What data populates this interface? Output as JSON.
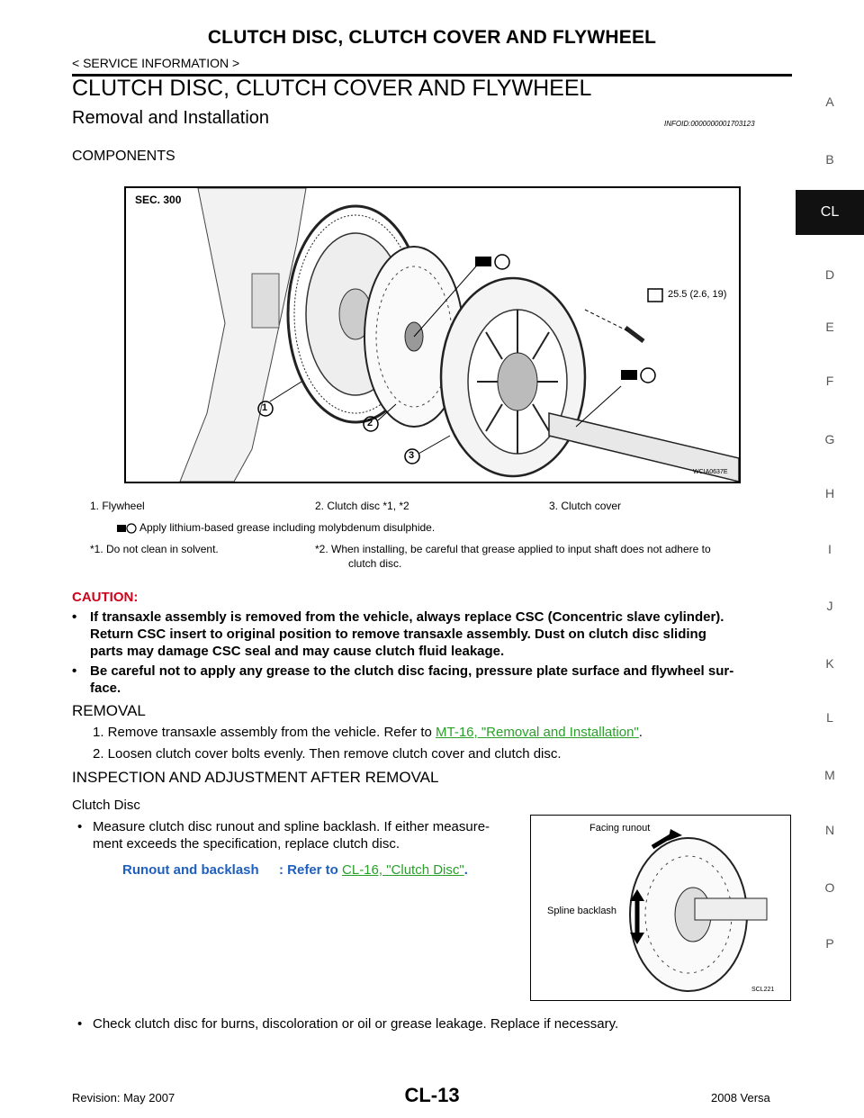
{
  "header": {
    "title": "CLUTCH DISC, CLUTCH COVER AND FLYWHEEL",
    "breadcrumb": "< SERVICE INFORMATION >"
  },
  "page_title": "CLUTCH DISC, CLUTCH COVER AND FLYWHEEL",
  "section_title": "Removal and Installation",
  "info_id": "INFOID:0000000001703123",
  "components_heading": "COMPONENTS",
  "side_tabs": [
    "A",
    "B",
    "CL",
    "D",
    "E",
    "F",
    "G",
    "H",
    "I",
    "J",
    "K",
    "L",
    "M",
    "N",
    "O",
    "P"
  ],
  "active_tab": "CL",
  "figure1": {
    "sec_label": "SEC. 300",
    "torque": "25.5 (2.6, 19)",
    "callouts": [
      "1",
      "2",
      "3"
    ],
    "code": "WCIA0637E"
  },
  "legend": {
    "item1": "1.   Flywheel",
    "item2": "2.   Clutch disc *1, *2",
    "item3": "3.   Clutch cover",
    "grease_note": "Apply lithium-based grease including molybdenum disulphide.",
    "note1": "*1.   Do not clean in solvent.",
    "note2_line1": "*2.   When installing, be careful that grease applied to input shaft does not adhere to",
    "note2_line2": "clutch disc."
  },
  "caution": {
    "label": "CAUTION:",
    "item1_line1": "If transaxle assembly is removed from the vehicle, always replace CSC (Concentric slave cylinder).",
    "item1_line2": "Return CSC insert to original position to remove transaxle assembly. Dust on clutch disc sliding",
    "item1_line3": "parts may damage CSC seal and may cause clutch fluid leakage.",
    "item2_line1": "Be careful not to apply any grease to the clutch disc facing, pressure plate surface and flywheel sur-",
    "item2_line2": "face."
  },
  "removal": {
    "heading": "REMOVAL",
    "step1_text": "1.   Remove transaxle assembly from the vehicle. Refer to ",
    "step1_link": "MT-16, \"Removal and Installation\"",
    "step1_end": ".",
    "step2": "2.   Loosen clutch cover bolts evenly. Then remove clutch cover and clutch disc."
  },
  "inspection": {
    "heading": "INSPECTION AND ADJUSTMENT AFTER REMOVAL",
    "subheading": "Clutch Disc",
    "bullet1_line1": "Measure clutch disc runout and spline backlash. If either measure-",
    "bullet1_line2": "ment exceeds the specification, replace clutch disc.",
    "spec_label": "Runout and backlash",
    "spec_refer": ": Refer to ",
    "spec_link": "CL-16, \"Clutch Disc\"",
    "spec_end": ".",
    "bullet2": "Check clutch disc for burns, discoloration or oil or grease leakage. Replace if necessary."
  },
  "figure2": {
    "facing_label": "Facing runout",
    "spline_label": "Spline backlash",
    "code": "SCL221"
  },
  "footer": {
    "revision": "Revision: May 2007",
    "page": "CL-13",
    "model": "2008 Versa"
  }
}
